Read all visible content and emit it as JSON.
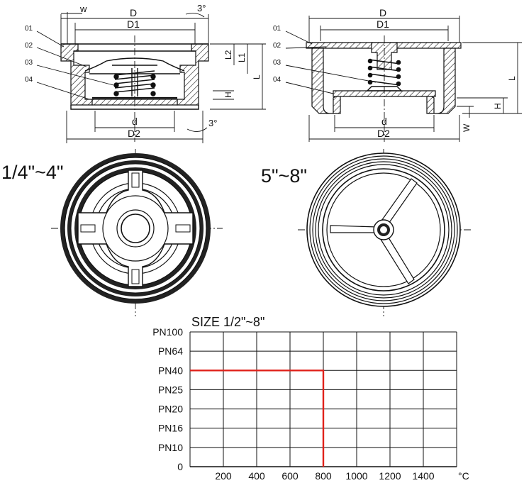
{
  "left_section": {
    "dims": {
      "w": "w",
      "d_top": "D",
      "d1": "D1",
      "angle_top": "3°",
      "l2": "L2",
      "l1": "L1",
      "l": "L",
      "h": "H",
      "d_small": "d",
      "d2": "D2",
      "angle_bottom": "3°"
    },
    "callouts": [
      "01",
      "02",
      "03",
      "04"
    ]
  },
  "right_section": {
    "dims": {
      "d_top": "D",
      "d1": "D1",
      "l": "L",
      "h": "H",
      "w": "W",
      "d_small": "d",
      "d2": "D2"
    },
    "callouts": [
      "01",
      "02",
      "03",
      "04"
    ]
  },
  "front_views": {
    "left_label": "1/4\"~4\"",
    "right_label": "5\"~8\""
  },
  "chart_data": {
    "type": "line",
    "title": "SIZE   1/2\"~8\"",
    "y_categories": [
      "0",
      "PN10",
      "PN16",
      "PN20",
      "PN25",
      "PN40",
      "PN64",
      "PN100"
    ],
    "x_ticks": [
      200,
      400,
      600,
      800,
      1000,
      1200,
      1400
    ],
    "x_unit": "°C",
    "xlim": [
      0,
      1600
    ],
    "grid": true,
    "limit_line": {
      "color": "#e0211a",
      "pressure": "PN40",
      "temperature": 800
    }
  }
}
